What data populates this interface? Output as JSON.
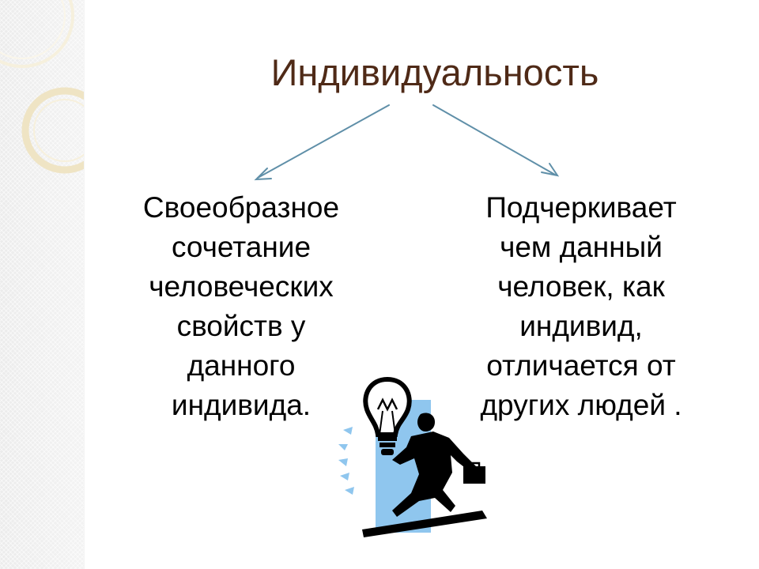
{
  "slide": {
    "title": "Индивидуальность",
    "left_text": "Своеобразное\nсочетание\nчеловеческих\nсвойств у\nданного\nиндивида.",
    "right_text": "Подчеркивает\nчем данный\nчеловек, как\nиндивид,\nотличается от\nдругих людей ."
  },
  "icons": {
    "decoration": "gold-circle-rings",
    "arrows": "arrow-icon",
    "clipart": "lightbulb-idea-person-icon"
  },
  "colors": {
    "title": "#4f2a17",
    "body_text": "#000000",
    "arrow": "#5f8fa8",
    "side_panel": "#ececec",
    "ring": "#eee5c8",
    "clipart_blue": "#8fc6ee",
    "clipart_black": "#000000"
  }
}
